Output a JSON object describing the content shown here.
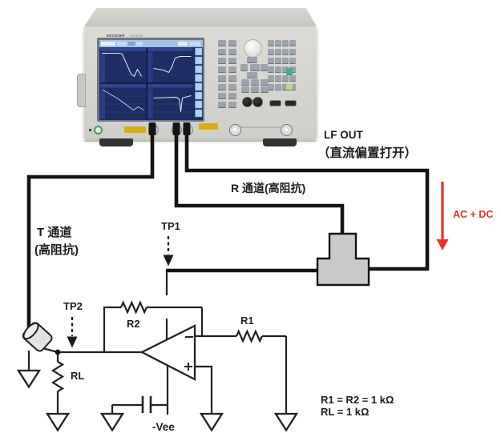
{
  "instrument": {
    "brand": "KEYSIGHT",
    "model": "E5061B"
  },
  "labels": {
    "lf_out": "LF OUT",
    "lf_out_sub": "（直流偏置打开）",
    "r_channel": "R 通道(高阻抗)",
    "t_channel": "T 通道",
    "t_channel_sub": "(高阻抗)",
    "tp1": "TP1",
    "tp2": "TP2",
    "ac_dc": "AC + DC",
    "r1": "R1",
    "r2": "R2",
    "rl": "RL",
    "vee": "-Vee",
    "eq_r1_r2": "R1 = R2 = 1 kΩ",
    "eq_rl": "RL = 1 kΩ"
  },
  "colors": {
    "line": "#1a1a1a",
    "accent_red": "#e8332b",
    "splitter_gray": "#c9c9c9",
    "screen_navy": "#1e2d62"
  }
}
